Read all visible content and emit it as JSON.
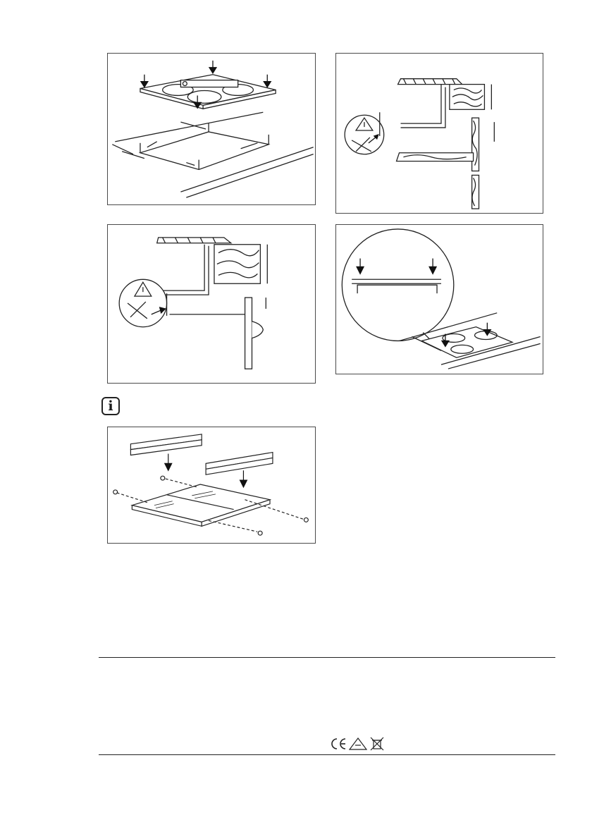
{
  "figures": [
    {
      "id": "hob-cutout",
      "icon": "hob-installation-cutout-drawing"
    },
    {
      "id": "worktop-side",
      "icon": "worktop-side-section-warning-drawing"
    },
    {
      "id": "oven-below",
      "icon": "oven-below-worktop-warning-drawing"
    },
    {
      "id": "hob-lower",
      "icon": "hob-lowering-detail-drawing"
    },
    {
      "id": "frame-assembly",
      "icon": "mounting-frame-assembly-drawing"
    }
  ],
  "info": {
    "glyph": "i",
    "icon": "info-icon"
  },
  "certification": {
    "icons": [
      "ce-mark-icon",
      "vde-mark-icon",
      "weee-bin-icon"
    ]
  },
  "colors": {
    "line": "#222222",
    "frame": "#4a4a4a",
    "background": "#ffffff"
  }
}
